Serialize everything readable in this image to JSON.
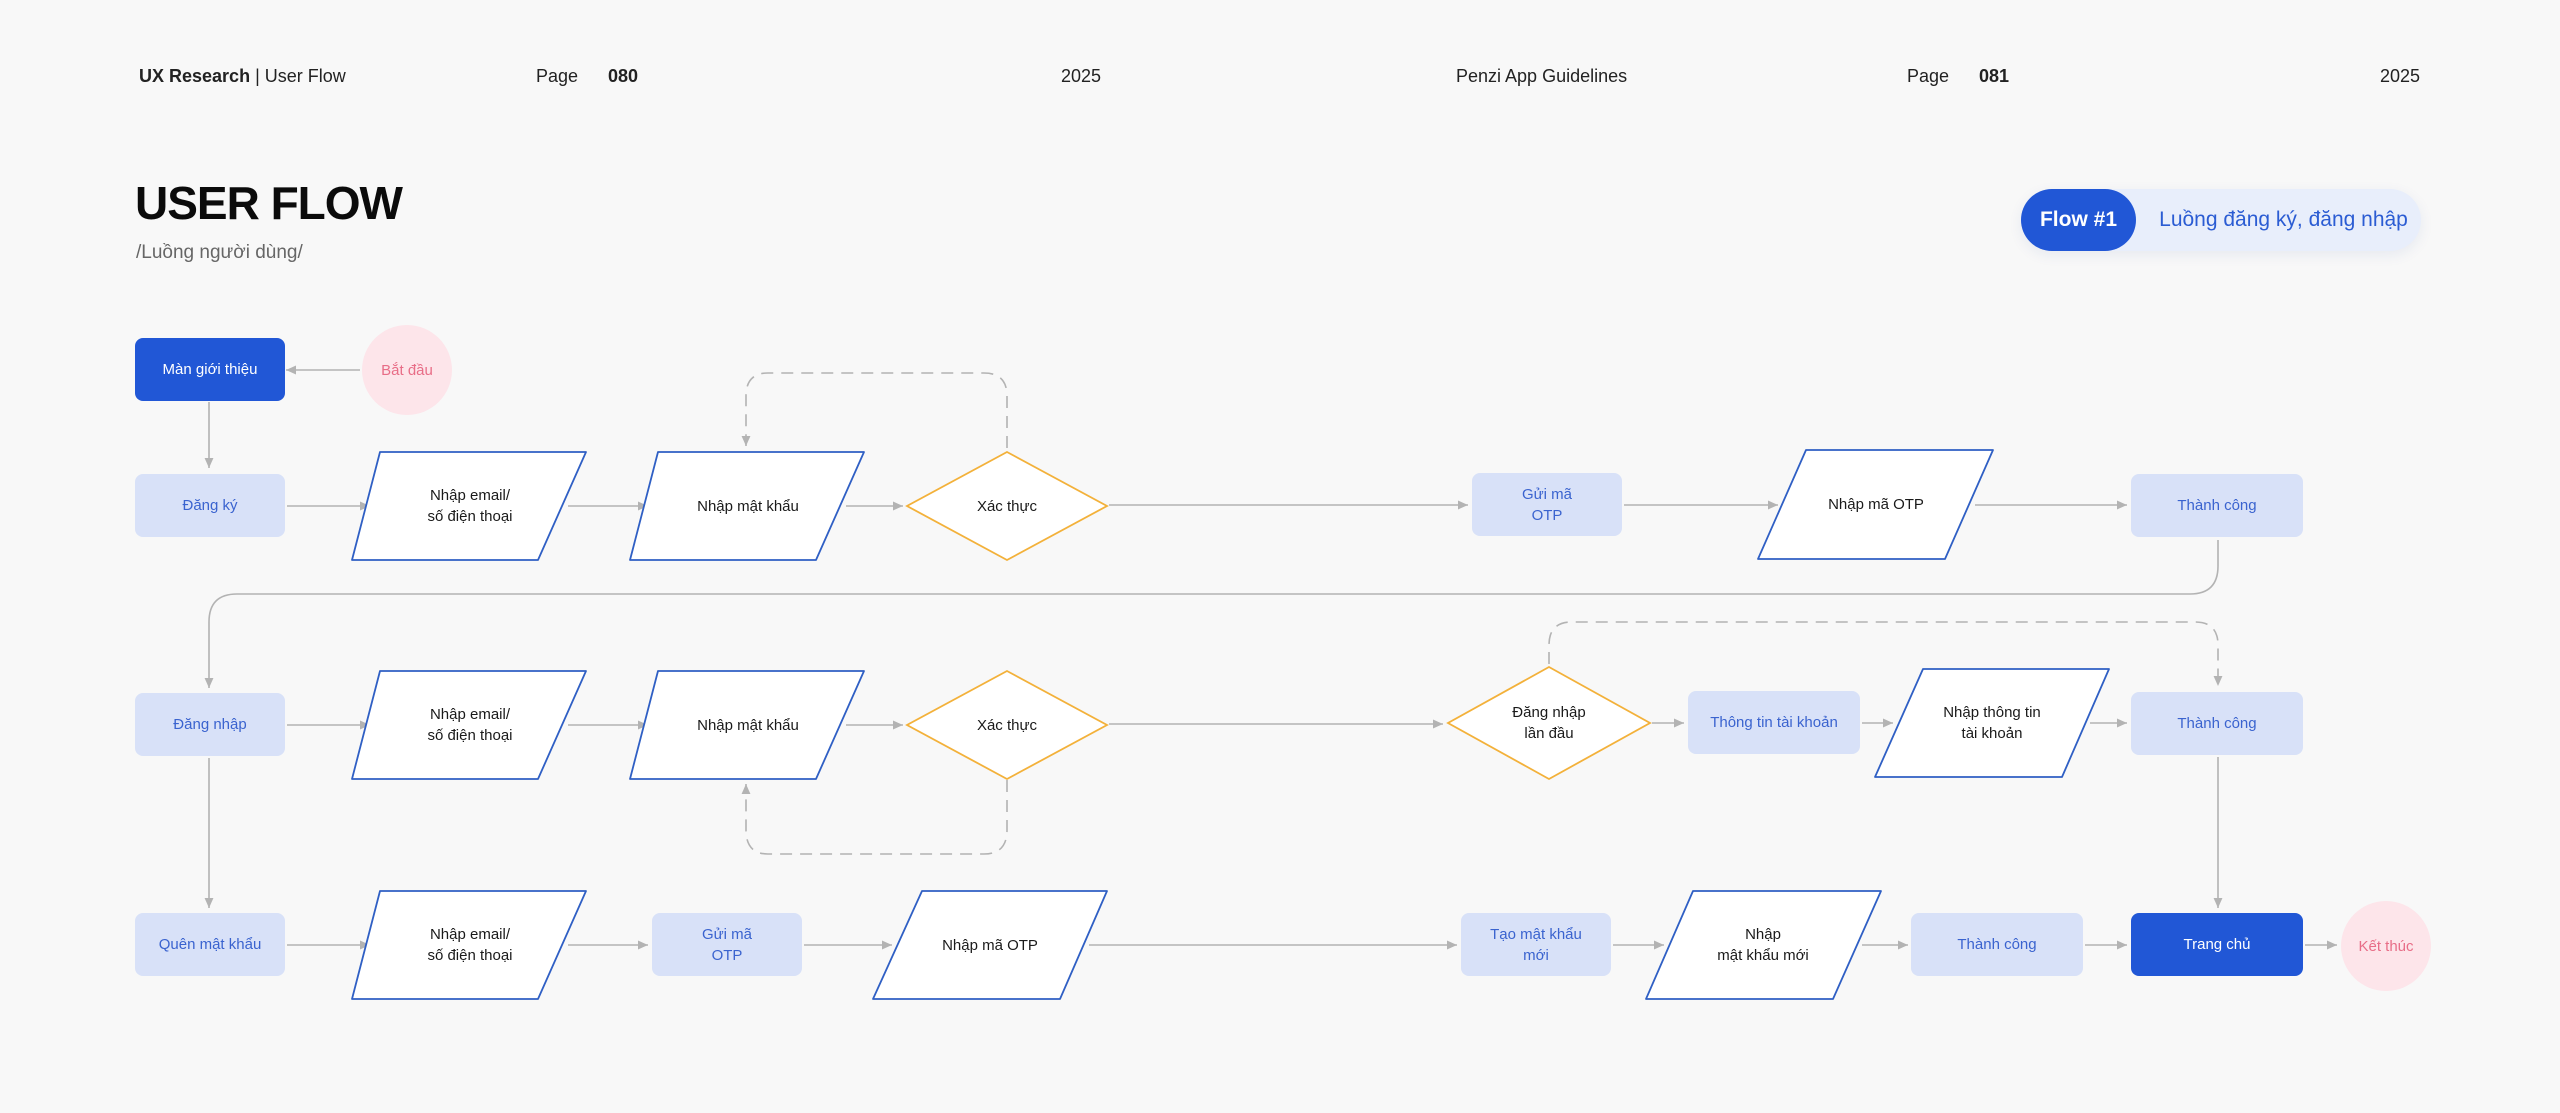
{
  "header": {
    "left_bold": "UX Research",
    "left_rest": " | User Flow",
    "page_label_1": "Page",
    "page_num_1": "080",
    "year_1": "2025",
    "center": "Penzi App Guidelines",
    "page_label_2": "Page",
    "page_num_2": "081",
    "year_2": "2025"
  },
  "title": "USER FLOW",
  "subtitle": "/Luồng người dùng/",
  "flow_badge": {
    "number": "Flow #1",
    "name": "Luồng đăng ký, đăng nhập"
  },
  "colors": {
    "primary": "#2157d6",
    "light_block": "#d8e1f8",
    "light_text": "#3a63cf",
    "para_stroke": "#2f5fc4",
    "diamond_stroke": "#f3b13a",
    "pink_fill": "#fde5ea",
    "pink_text": "#e86d87",
    "connector": "#b3b3b3"
  },
  "nodes": {
    "intro": "Màn giới thiệu",
    "start": "Bắt đầu",
    "signup": "Đăng ký",
    "r1_input": "Nhập email/\nsố điện thoại",
    "r1_pass": "Nhập mật khẩu",
    "r1_verify": "Xác thực",
    "r1_send_otp": "Gửi mã\nOTP",
    "r1_enter_otp": "Nhập mã OTP",
    "r1_success": "Thành công",
    "login": "Đăng nhập",
    "r2_input": "Nhập email/\nsố điện thoại",
    "r2_pass": "Nhập mật khẩu",
    "r2_verify": "Xác thực",
    "r2_first": "Đăng nhập\nlần đầu",
    "r2_acc_info": "Thông tin tài khoản",
    "r2_enter_info": "Nhập thông tin\ntài khoản",
    "r2_success": "Thành công",
    "forgot": "Quên mật khẩu",
    "r3_input": "Nhập email/\nsố điện thoại",
    "r3_send_otp": "Gửi mã\nOTP",
    "r3_enter_otp": "Nhập mã OTP",
    "r3_create_pass": "Tạo mật khẩu\nmới",
    "r3_new_pass": "Nhập\nmật khẩu mới",
    "r3_success": "Thành công",
    "home": "Trang chủ",
    "end": "Kết thúc"
  }
}
